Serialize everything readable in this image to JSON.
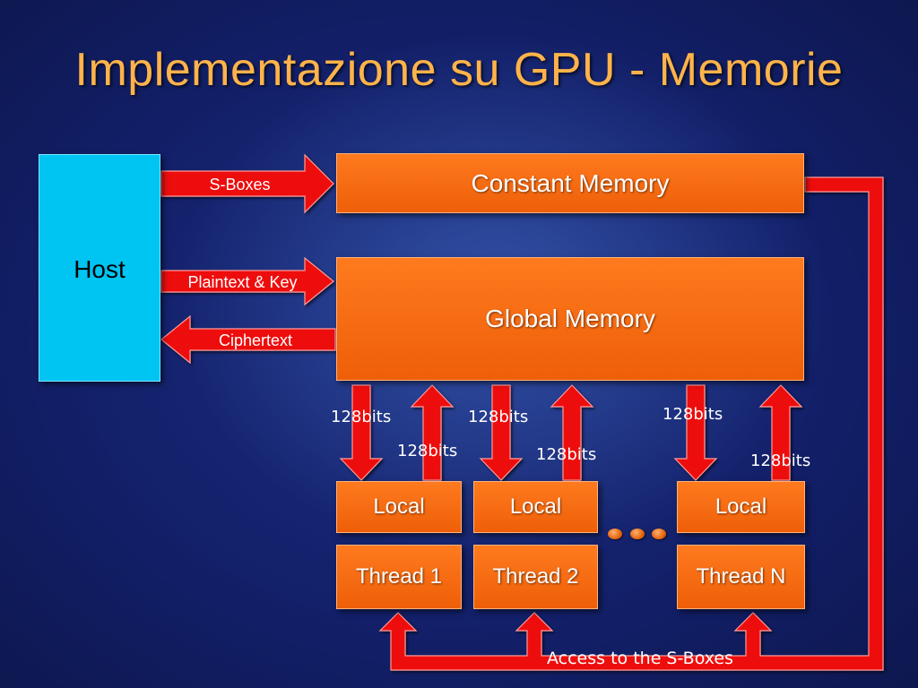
{
  "title": "Implementazione su GPU - Memorie",
  "host_label": "Host",
  "constant_memory_label": "Constant Memory",
  "global_memory_label": "Global Memory",
  "arrows": {
    "sboxes": "S-Boxes",
    "plaintext_key": "Plaintext & Key",
    "ciphertext": "Ciphertext"
  },
  "locals": [
    "Local",
    "Local",
    "Local"
  ],
  "threads": [
    "Thread 1",
    "Thread 2",
    "Thread N"
  ],
  "bits_labels": [
    "128bits",
    "128bits",
    "128bits",
    "128bits",
    "128bits",
    "128bits"
  ],
  "sbox_access_label": "Access to the S-Boxes",
  "colors": {
    "title": "#ffb34a",
    "memory_box": "#f76c12",
    "host_box": "#00c4f2",
    "arrow_red": "#ee0a0a"
  }
}
